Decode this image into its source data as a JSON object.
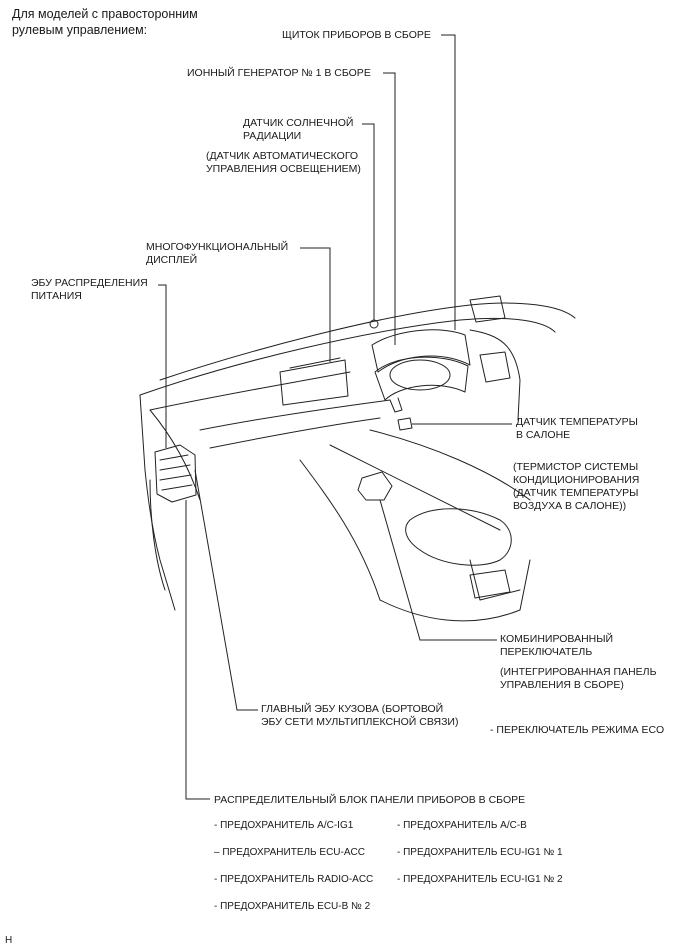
{
  "header": {
    "line1": "Для моделей с правосторонним",
    "line2": "рулевым управлением:"
  },
  "labels": {
    "instrument_cluster": "ЩИТОК ПРИБОРОВ В СБОРЕ",
    "ion_generator": "ИОННЫЙ ГЕНЕРАТОР № 1 В СБОРЕ",
    "solar_sensor_1": "ДАТЧИК СОЛНЕЧНОЙ",
    "solar_sensor_2": "РАДИАЦИИ",
    "auto_light_1": "(ДАТЧИК АВТОМАТИЧЕСКОГО",
    "auto_light_2": "УПРАВЛЕНИЯ ОСВЕЩЕНИЕМ)",
    "mfd_1": "МНОГОФУНКЦИОНАЛЬНЫЙ",
    "mfd_2": "ДИСПЛЕЙ",
    "power_ecu_1": "ЭБУ РАСПРЕДЕЛЕНИЯ",
    "power_ecu_2": "ПИТАНИЯ",
    "room_temp_1": "ДАТЧИК ТЕМПЕРАТУРЫ",
    "room_temp_2": "В САЛОНЕ",
    "thermistor_1": "(ТЕРМИСТОР СИСТЕМЫ",
    "thermistor_2": "КОНДИЦИОНИРОВАНИЯ",
    "thermistor_3": "(ДАТЧИК ТЕМПЕРАТУРЫ",
    "thermistor_4": "ВОЗДУХА В САЛОНЕ))",
    "combo_switch_1": "КОМБИНИРОВАННЫЙ",
    "combo_switch_2": "ПЕРЕКЛЮЧАТЕЛЬ",
    "integrated_panel_1": "(ИНТЕГРИРОВАННАЯ ПАНЕЛЬ",
    "integrated_panel_2": "УПРАВЛЕНИЯ В СБОРЕ)",
    "eco_switch": "- ПЕРЕКЛЮЧАТЕЛЬ РЕЖИМА ECO",
    "main_body_ecu_1": "ГЛАВНЫЙ ЭБУ КУЗОВА (БОРТОВОЙ",
    "main_body_ecu_2": "ЭБУ СЕТИ МУЛЬТИПЛЕКСНОЙ СВЯЗИ)",
    "junction_block": "РАСПРЕДЕЛИТЕЛЬНЫЙ БЛОК ПАНЕЛИ ПРИБОРОВ В СБОРЕ"
  },
  "fuses": {
    "left": [
      "- ПРЕДОХРАНИТЕЛЬ A/C-IG1",
      "– ПРЕДОХРАНИТЕЛЬ ECU-ACC",
      "- ПРЕДОХРАНИТЕЛЬ RADIO-ACC",
      "- ПРЕДОХРАНИТЕЛЬ ECU-B № 2"
    ],
    "right": [
      "- ПРЕДОХРАНИТЕЛЬ A/C-B",
      "- ПРЕДОХРАНИТЕЛЬ ECU-IG1 № 1",
      "- ПРЕДОХРАНИТЕЛЬ ECU-IG1 № 2"
    ]
  },
  "corner_mark": "H"
}
